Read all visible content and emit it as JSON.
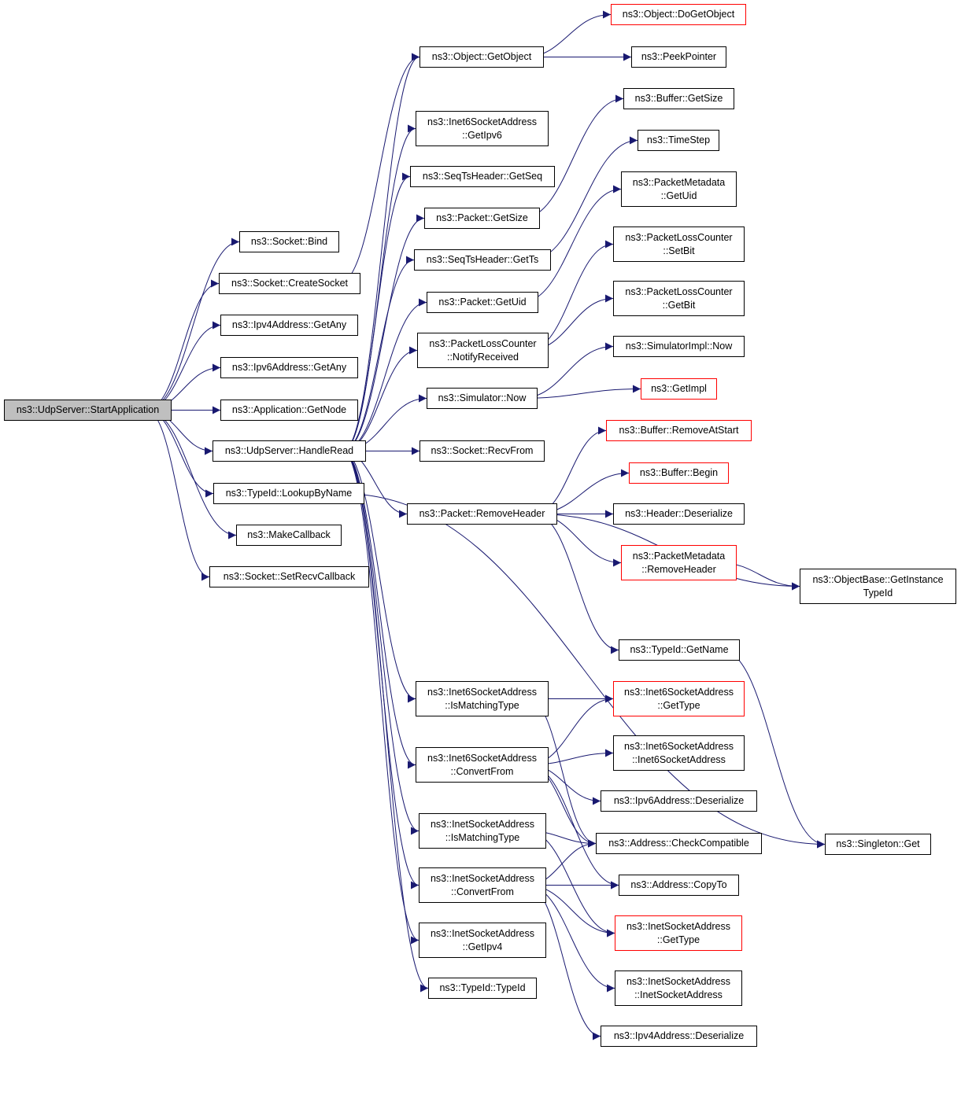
{
  "colors": {
    "edge": "#191970",
    "node_border": "#000000",
    "node_border_incomplete": "#ff0000",
    "root_fill": "#bfbfbf"
  },
  "nodes": {
    "startapp": {
      "lines": [
        "ns3::UdpServer::StartApplication"
      ],
      "style": "root"
    },
    "bind": {
      "lines": [
        "ns3::Socket::Bind"
      ]
    },
    "createsocket": {
      "lines": [
        "ns3::Socket::CreateSocket"
      ]
    },
    "ipv4getany": {
      "lines": [
        "ns3::Ipv4Address::GetAny"
      ]
    },
    "ipv6getany": {
      "lines": [
        "ns3::Ipv6Address::GetAny"
      ]
    },
    "getnode": {
      "lines": [
        "ns3::Application::GetNode"
      ]
    },
    "handleread": {
      "lines": [
        "ns3::UdpServer::HandleRead"
      ]
    },
    "lookupbyname": {
      "lines": [
        "ns3::TypeId::LookupByName"
      ]
    },
    "makecallback": {
      "lines": [
        "ns3::MakeCallback"
      ]
    },
    "setrecvcb": {
      "lines": [
        "ns3::Socket::SetRecvCallback"
      ]
    },
    "getobject": {
      "lines": [
        "ns3::Object::GetObject"
      ]
    },
    "dogetobject": {
      "lines": [
        "ns3::Object::DoGetObject"
      ],
      "style": "red"
    },
    "peekpointer": {
      "lines": [
        "ns3::PeekPointer"
      ]
    },
    "i6getipv6": {
      "lines": [
        "ns3::Inet6SocketAddress",
        "::GetIpv6"
      ]
    },
    "getseq": {
      "lines": [
        "ns3::SeqTsHeader::GetSeq"
      ]
    },
    "pktgetsize": {
      "lines": [
        "ns3::Packet::GetSize"
      ]
    },
    "getts": {
      "lines": [
        "ns3::SeqTsHeader::GetTs"
      ]
    },
    "pktgetuid": {
      "lines": [
        "ns3::Packet::GetUid"
      ]
    },
    "notifyrecv": {
      "lines": [
        "ns3::PacketLossCounter",
        "::NotifyReceived"
      ]
    },
    "simnow": {
      "lines": [
        "ns3::Simulator::Now"
      ]
    },
    "recvfrom": {
      "lines": [
        "ns3::Socket::RecvFrom"
      ]
    },
    "removeheader": {
      "lines": [
        "ns3::Packet::RemoveHeader"
      ]
    },
    "bufgetsize": {
      "lines": [
        "ns3::Buffer::GetSize"
      ]
    },
    "timestep": {
      "lines": [
        "ns3::TimeStep"
      ]
    },
    "pmgetuid": {
      "lines": [
        "ns3::PacketMetadata",
        "::GetUid"
      ]
    },
    "plcsetbit": {
      "lines": [
        "ns3::PacketLossCounter",
        "::SetBit"
      ]
    },
    "plcgetbit": {
      "lines": [
        "ns3::PacketLossCounter",
        "::GetBit"
      ]
    },
    "simimplnow": {
      "lines": [
        "ns3::SimulatorImpl::Now"
      ]
    },
    "getimpl": {
      "lines": [
        "ns3::GetImpl"
      ],
      "style": "red"
    },
    "removeatstart": {
      "lines": [
        "ns3::Buffer::RemoveAtStart"
      ],
      "style": "red"
    },
    "bufbegin": {
      "lines": [
        "ns3::Buffer::Begin"
      ],
      "style": "red"
    },
    "hdrdeser": {
      "lines": [
        "ns3::Header::Deserialize"
      ]
    },
    "pmremovehdr": {
      "lines": [
        "ns3::PacketMetadata",
        "::RemoveHeader"
      ],
      "style": "red"
    },
    "getinsttid": {
      "lines": [
        "ns3::ObjectBase::GetInstance",
        "TypeId"
      ]
    },
    "tidgetname": {
      "lines": [
        "ns3::TypeId::GetName"
      ]
    },
    "singletonget": {
      "lines": [
        "ns3::Singleton::Get"
      ]
    },
    "i6ismatch": {
      "lines": [
        "ns3::Inet6SocketAddress",
        "::IsMatchingType"
      ]
    },
    "i6convfrom": {
      "lines": [
        "ns3::Inet6SocketAddress",
        "::ConvertFrom"
      ]
    },
    "i4ismatch": {
      "lines": [
        "ns3::InetSocketAddress",
        "::IsMatchingType"
      ]
    },
    "i4convfrom": {
      "lines": [
        "ns3::InetSocketAddress",
        "::ConvertFrom"
      ]
    },
    "i4getipv4": {
      "lines": [
        "ns3::InetSocketAddress",
        "::GetIpv4"
      ]
    },
    "tidtypeid": {
      "lines": [
        "ns3::TypeId::TypeId"
      ]
    },
    "i6gettype": {
      "lines": [
        "ns3::Inet6SocketAddress",
        "::GetType"
      ],
      "style": "red"
    },
    "i6ctor": {
      "lines": [
        "ns3::Inet6SocketAddress",
        "::Inet6SocketAddress"
      ]
    },
    "ipv6deser": {
      "lines": [
        "ns3::Ipv6Address::Deserialize"
      ]
    },
    "checkcompat": {
      "lines": [
        "ns3::Address::CheckCompatible"
      ]
    },
    "copyto": {
      "lines": [
        "ns3::Address::CopyTo"
      ]
    },
    "i4gettype": {
      "lines": [
        "ns3::InetSocketAddress",
        "::GetType"
      ],
      "style": "red"
    },
    "i4ctor": {
      "lines": [
        "ns3::InetSocketAddress",
        "::InetSocketAddress"
      ]
    },
    "ipv4deser": {
      "lines": [
        "ns3::Ipv4Address::Deserialize"
      ]
    }
  },
  "edges": [
    [
      "startapp",
      "bind"
    ],
    [
      "startapp",
      "createsocket"
    ],
    [
      "startapp",
      "ipv4getany"
    ],
    [
      "startapp",
      "ipv6getany"
    ],
    [
      "startapp",
      "getnode"
    ],
    [
      "startapp",
      "handleread"
    ],
    [
      "startapp",
      "lookupbyname"
    ],
    [
      "startapp",
      "makecallback"
    ],
    [
      "startapp",
      "setrecvcb"
    ],
    [
      "createsocket",
      "getobject"
    ],
    [
      "getobject",
      "dogetobject"
    ],
    [
      "getobject",
      "peekpointer"
    ],
    [
      "handleread",
      "i6getipv6"
    ],
    [
      "handleread",
      "getseq"
    ],
    [
      "handleread",
      "pktgetsize"
    ],
    [
      "handleread",
      "getts"
    ],
    [
      "handleread",
      "pktgetuid"
    ],
    [
      "handleread",
      "notifyrecv"
    ],
    [
      "handleread",
      "simnow"
    ],
    [
      "handleread",
      "recvfrom"
    ],
    [
      "handleread",
      "removeheader"
    ],
    [
      "handleread",
      "i6ismatch"
    ],
    [
      "handleread",
      "i6convfrom"
    ],
    [
      "handleread",
      "i4ismatch"
    ],
    [
      "handleread",
      "i4convfrom"
    ],
    [
      "handleread",
      "i4getipv4"
    ],
    [
      "handleread",
      "tidtypeid"
    ],
    [
      "handleread",
      "getobject"
    ],
    [
      "pktgetsize",
      "bufgetsize"
    ],
    [
      "getts",
      "timestep"
    ],
    [
      "pktgetuid",
      "pmgetuid"
    ],
    [
      "notifyrecv",
      "plcsetbit"
    ],
    [
      "notifyrecv",
      "plcgetbit"
    ],
    [
      "simnow",
      "simimplnow"
    ],
    [
      "simnow",
      "getimpl"
    ],
    [
      "removeheader",
      "removeatstart"
    ],
    [
      "removeheader",
      "bufbegin"
    ],
    [
      "removeheader",
      "hdrdeser"
    ],
    [
      "removeheader",
      "pmremovehdr"
    ],
    [
      "removeheader",
      "getinsttid"
    ],
    [
      "removeheader",
      "tidgetname"
    ],
    [
      "pmremovehdr",
      "getinsttid"
    ],
    [
      "tidgetname",
      "singletonget"
    ],
    [
      "lookupbyname",
      "singletonget"
    ],
    [
      "i6ismatch",
      "i6gettype"
    ],
    [
      "i6ismatch",
      "checkcompat"
    ],
    [
      "i6convfrom",
      "i6gettype"
    ],
    [
      "i6convfrom",
      "i6ctor"
    ],
    [
      "i6convfrom",
      "ipv6deser"
    ],
    [
      "i6convfrom",
      "checkcompat"
    ],
    [
      "i6convfrom",
      "copyto"
    ],
    [
      "i4ismatch",
      "checkcompat"
    ],
    [
      "i4ismatch",
      "i4gettype"
    ],
    [
      "i4convfrom",
      "checkcompat"
    ],
    [
      "i4convfrom",
      "copyto"
    ],
    [
      "i4convfrom",
      "i4gettype"
    ],
    [
      "i4convfrom",
      "i4ctor"
    ],
    [
      "i4convfrom",
      "ipv4deser"
    ]
  ]
}
